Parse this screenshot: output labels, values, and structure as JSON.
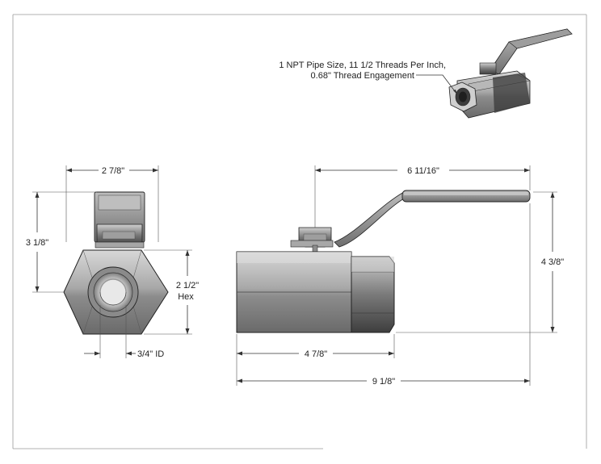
{
  "callout": {
    "line1": "1 NPT Pipe Size, 11 1/2 Threads Per Inch,",
    "line2": "0.68\" Thread Engagement"
  },
  "dimensions": {
    "end_width": "2 7/8\"",
    "end_height": "3 1/8\"",
    "hex_line1": "2 1/2\"",
    "hex_line2": "Hex",
    "inner_id": "3/4\" ID",
    "handle_length": "6 11/16\"",
    "overall_height": "4 3/8\"",
    "body_length": "4 7/8\"",
    "overall_length": "9 1/8\""
  },
  "colors": {
    "metal_light": "#c9c9c9",
    "metal_mid": "#9a9a9a",
    "metal_dark": "#5c5c5c",
    "handle": "#8a8a8a",
    "line": "#333333"
  }
}
